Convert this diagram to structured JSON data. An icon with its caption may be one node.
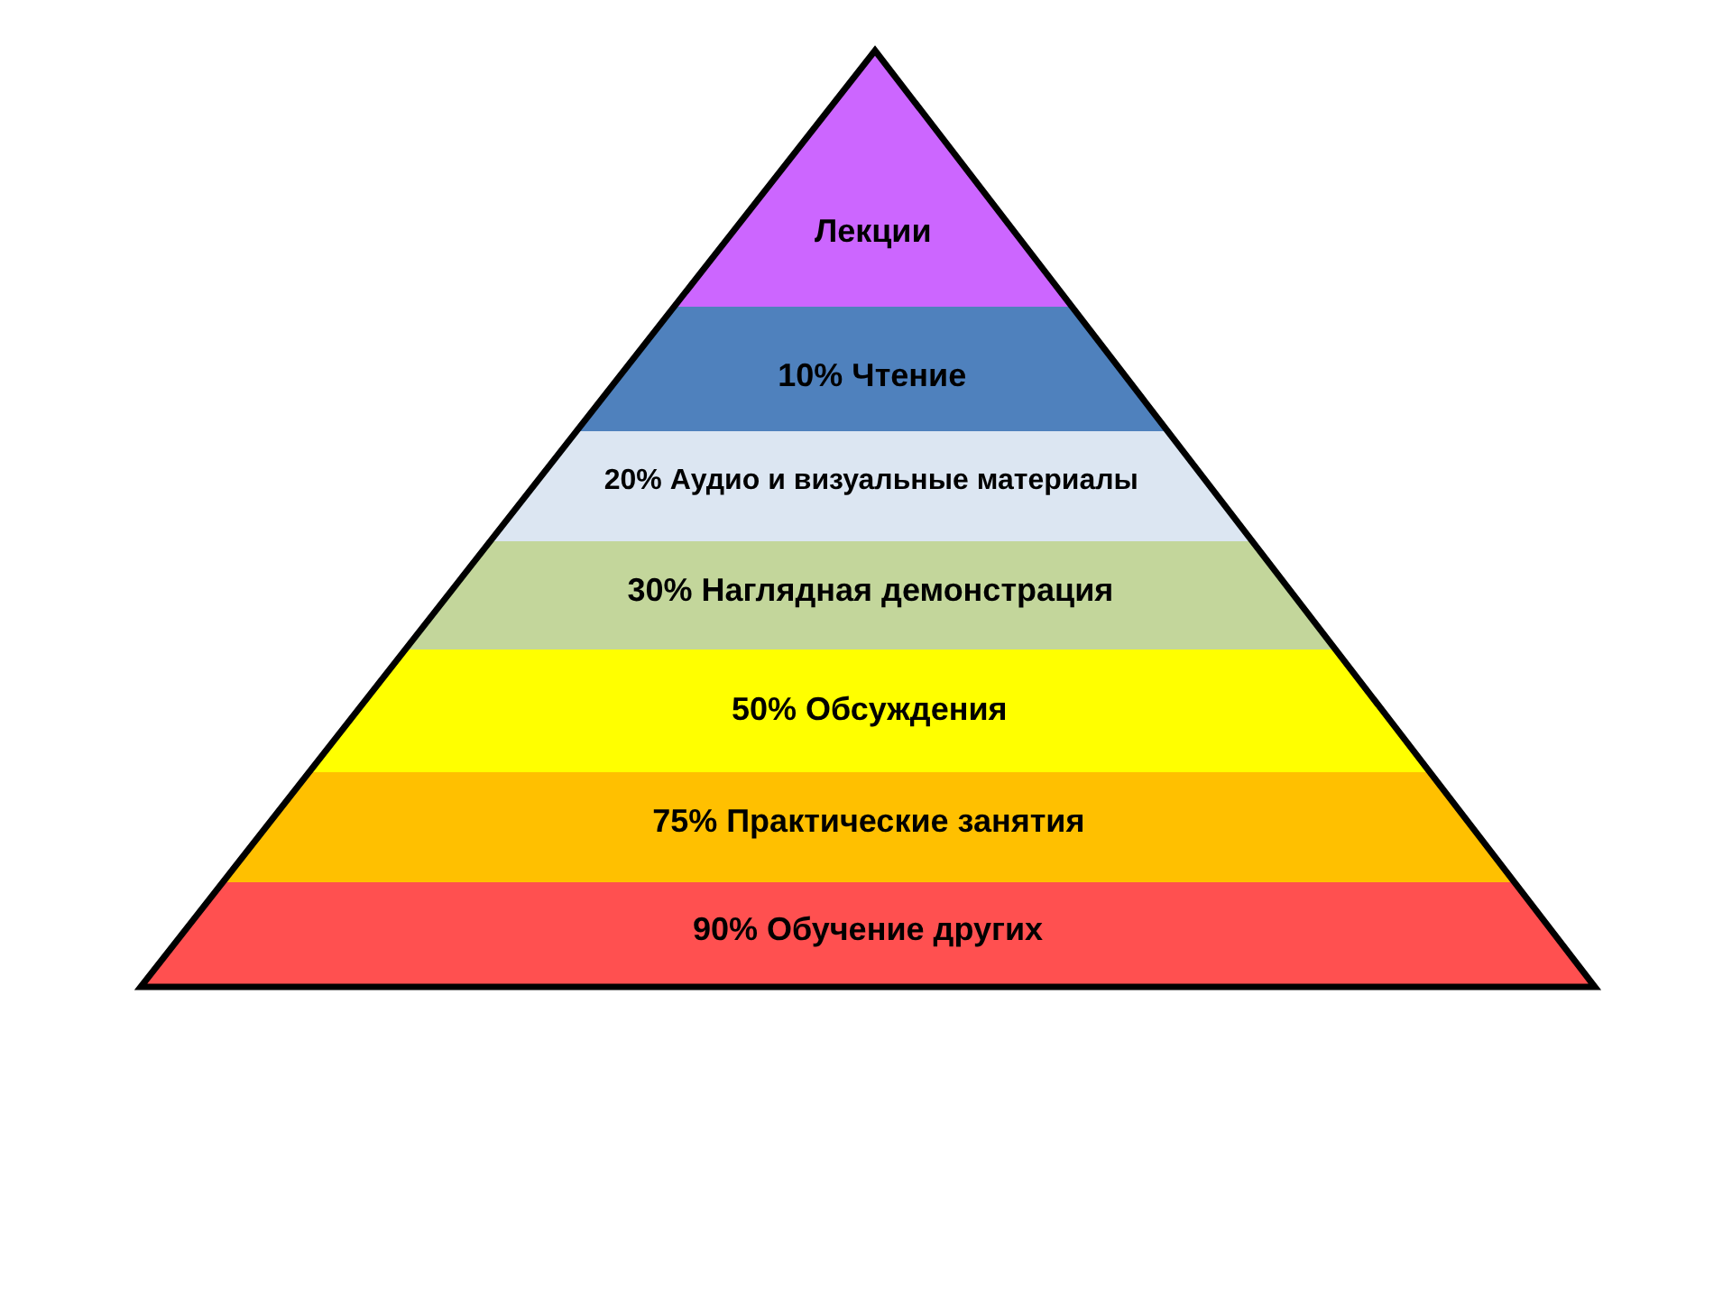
{
  "diagram": {
    "nodes": [
      {
        "text": [
          "Лекции"
        ]
      },
      {
        "text": [
          "10% Чтение"
        ]
      },
      {
        "text": [
          "20% Аудио и визуальные материалы"
        ]
      },
      {
        "text": [
          "30% Наглядная демонстрация"
        ]
      },
      {
        "text": [
          "50% Обсуждения"
        ]
      },
      {
        "text": [
          "75% Практические занятия"
        ]
      },
      {
        "text": [
          "90% Обучение других"
        ]
      }
    ],
    "edges": []
  }
}
